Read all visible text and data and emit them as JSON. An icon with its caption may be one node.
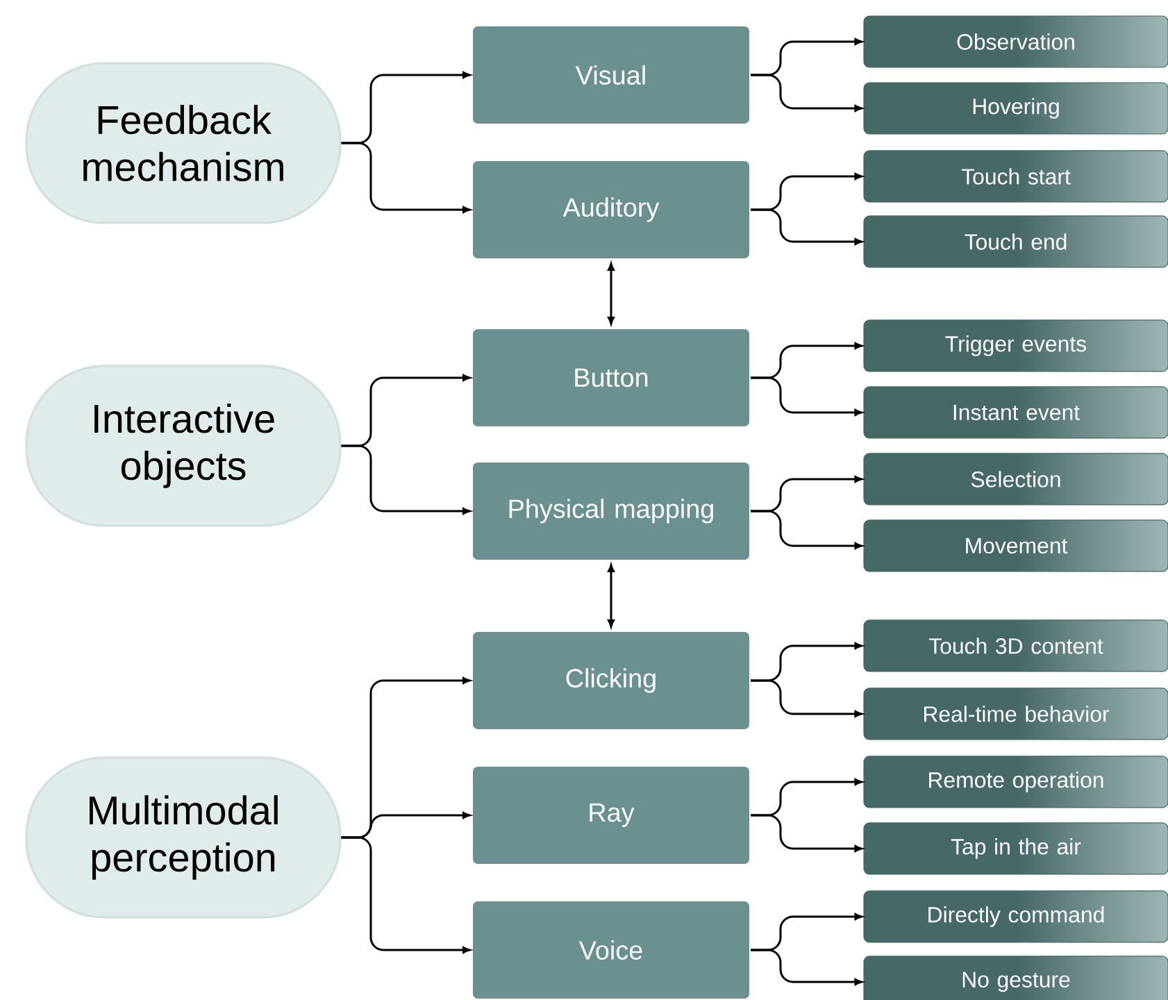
{
  "diagram": {
    "nodes": [
      {
        "text": [
          "Feedback mechanism"
        ]
      },
      {
        "text": [
          "Visual"
        ]
      },
      {
        "text": [
          "Observation"
        ]
      },
      {
        "text": [
          "Hovering"
        ]
      },
      {
        "text": [
          "Auditory"
        ]
      },
      {
        "text": [
          "Touch start"
        ]
      },
      {
        "text": [
          "Touch end"
        ]
      },
      {
        "text": [
          "Interactive objects"
        ]
      },
      {
        "text": [
          "Button"
        ]
      },
      {
        "text": [
          "Trigger events"
        ]
      },
      {
        "text": [
          "Instant event"
        ]
      },
      {
        "text": [
          "Physical mapping"
        ]
      },
      {
        "text": [
          "Selection"
        ]
      },
      {
        "text": [
          "Movement"
        ]
      },
      {
        "text": [
          "Multimodal perception"
        ]
      },
      {
        "text": [
          "Clicking"
        ]
      },
      {
        "text": [
          "Touch 3D content"
        ]
      },
      {
        "text": [
          "Real-time behavior"
        ]
      },
      {
        "text": [
          "Ray"
        ]
      },
      {
        "text": [
          "Remote operation"
        ]
      },
      {
        "text": [
          "Tap in the air"
        ]
      },
      {
        "text": [
          "Voice"
        ]
      },
      {
        "text": [
          "Directly command"
        ]
      },
      {
        "text": [
          "No gesture"
        ]
      }
    ],
    "edges": [
      {
        "from": 0,
        "to": 1,
        "arrow": "to"
      },
      {
        "from": 0,
        "to": 4,
        "arrow": "to"
      },
      {
        "from": 1,
        "to": 2,
        "arrow": "to"
      },
      {
        "from": 1,
        "to": 3,
        "arrow": "to"
      },
      {
        "from": 4,
        "to": 5,
        "arrow": "to"
      },
      {
        "from": 4,
        "to": 6,
        "arrow": "to"
      },
      {
        "from": 4,
        "to": 8,
        "arrow": "both"
      },
      {
        "from": 7,
        "to": 8,
        "arrow": "to"
      },
      {
        "from": 7,
        "to": 11,
        "arrow": "to"
      },
      {
        "from": 8,
        "to": 9,
        "arrow": "to"
      },
      {
        "from": 8,
        "to": 10,
        "arrow": "to"
      },
      {
        "from": 11,
        "to": 12,
        "arrow": "to"
      },
      {
        "from": 11,
        "to": 13,
        "arrow": "to"
      },
      {
        "from": 11,
        "to": 15,
        "arrow": "both"
      },
      {
        "from": 14,
        "to": 15,
        "arrow": "to"
      },
      {
        "from": 14,
        "to": 18,
        "arrow": "to"
      },
      {
        "from": 14,
        "to": 21,
        "arrow": "to"
      },
      {
        "from": 15,
        "to": 16,
        "arrow": "to"
      },
      {
        "from": 15,
        "to": 17,
        "arrow": "to"
      },
      {
        "from": 18,
        "to": 19,
        "arrow": "to"
      },
      {
        "from": 18,
        "to": 20,
        "arrow": "to"
      },
      {
        "from": 21,
        "to": 22,
        "arrow": "to"
      },
      {
        "from": 21,
        "to": 23,
        "arrow": "to"
      }
    ]
  }
}
